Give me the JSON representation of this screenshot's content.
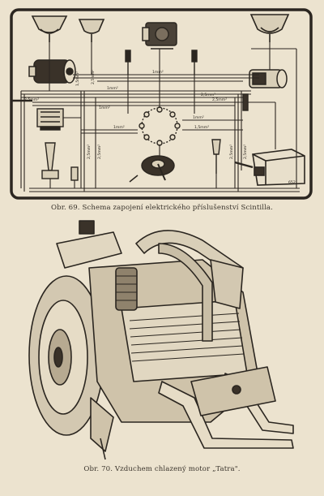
{
  "figure_69": {
    "caption": "Obr. 69. Schema zapojení elektrického příslušenství Scintilla.",
    "wire_labels": {
      "w_top_center": "1mm²",
      "w_upper_left": "1mm²",
      "w_left_vertical_a": "1,5mm²",
      "w_left_vertical_b": "2,5mm²",
      "w_left_edge": "2,5mm²",
      "w_middle_left": "1mm²",
      "w_middle_a": "1mm²",
      "w_right_a": "2,5mm²",
      "w_right_b": "2,5mm²",
      "w_center_right": "1mm²",
      "w_center_lower": "1,5mm²",
      "w_bottom_left_a": "2,5mm²",
      "w_bottom_left_b": "2,5mm²",
      "w_bottom_right_a": "2,5mm²",
      "w_bottom_right_b": "2,5mm²",
      "corner_number": "652"
    }
  },
  "figure_70": {
    "caption": "Obr. 70. Vzduchem chlazený motor „Tatra\"."
  }
}
